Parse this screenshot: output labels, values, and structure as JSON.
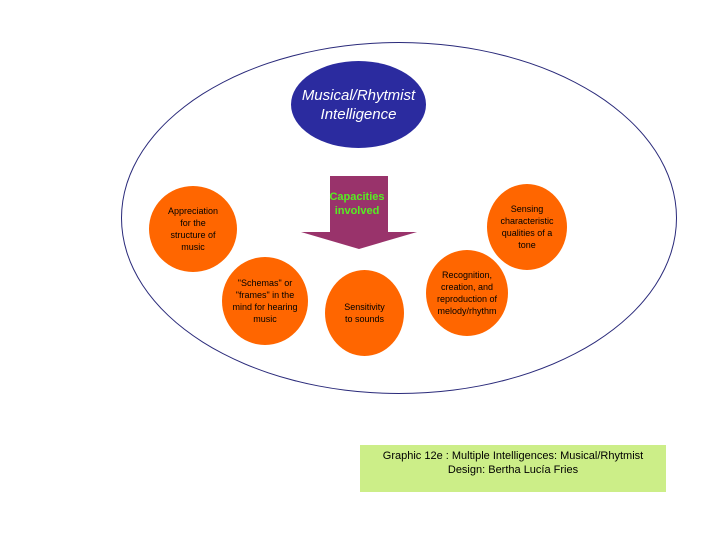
{
  "title": "Musical/Rhytmist\nIntelligence",
  "arrow_label": "Capacities\ninvolved",
  "capacities": [
    {
      "id": "appreciation",
      "text": "Appreciation\nfor the\nstructure of\nmusic"
    },
    {
      "id": "schemas",
      "text": "\"Schemas\" or\n\"frames\" in the\nmind for hearing\nmusic"
    },
    {
      "id": "sensitivity",
      "text": "Sensitivity\nto sounds"
    },
    {
      "id": "recognition",
      "text": "Recognition,\ncreation, and\nreproduction of\nmelody/rhythm"
    },
    {
      "id": "sensing",
      "text": "Sensing\ncharacteristic\nqualities of a\ntone"
    }
  ],
  "caption": {
    "line1": "Graphic 12e : Multiple Intelligences:  Musical/Rhytmist",
    "line2": "Design: Bertha Lucía Fries"
  },
  "colors": {
    "title_fill": "#2b2b9f",
    "node_fill": "#ff6600",
    "arrow_fill": "#99336b",
    "arrow_text": "#55ee22",
    "caption_fill": "#ccee88",
    "outline": "#2a2a7a"
  }
}
